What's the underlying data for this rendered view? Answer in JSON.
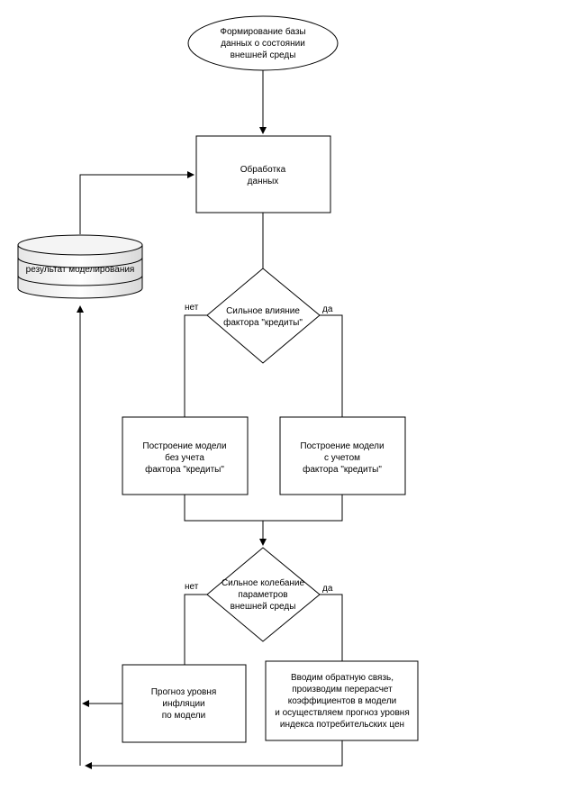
{
  "start": {
    "lines": [
      "Формирование базы",
      "данных о состоянии",
      "внешней среды"
    ]
  },
  "process": {
    "lines": [
      "Обработка",
      "данных"
    ]
  },
  "database": {
    "label": "результат моделирования"
  },
  "decision1": {
    "lines": [
      "Сильное влияние",
      "фактора \"кредиты\""
    ],
    "no_label": "нет",
    "yes_label": "да"
  },
  "model_without": {
    "lines": [
      "Построение модели",
      "без учета",
      "фактора \"кредиты\""
    ]
  },
  "model_with": {
    "lines": [
      "Построение модели",
      "с учетом",
      "фактора \"кредиты\""
    ]
  },
  "decision2": {
    "lines": [
      "Сильное колебание",
      "параметров",
      "внешней среды"
    ],
    "no_label": "нет",
    "yes_label": "да"
  },
  "forecast": {
    "lines": [
      "Прогноз уровня",
      "инфляции",
      "по  модели"
    ]
  },
  "feedback": {
    "lines": [
      "Вводим обратную связь,",
      "производим перерасчет",
      "коэффициентов в модели",
      "и осуществляем прогноз уровня",
      "индекса потребительских цен"
    ]
  }
}
